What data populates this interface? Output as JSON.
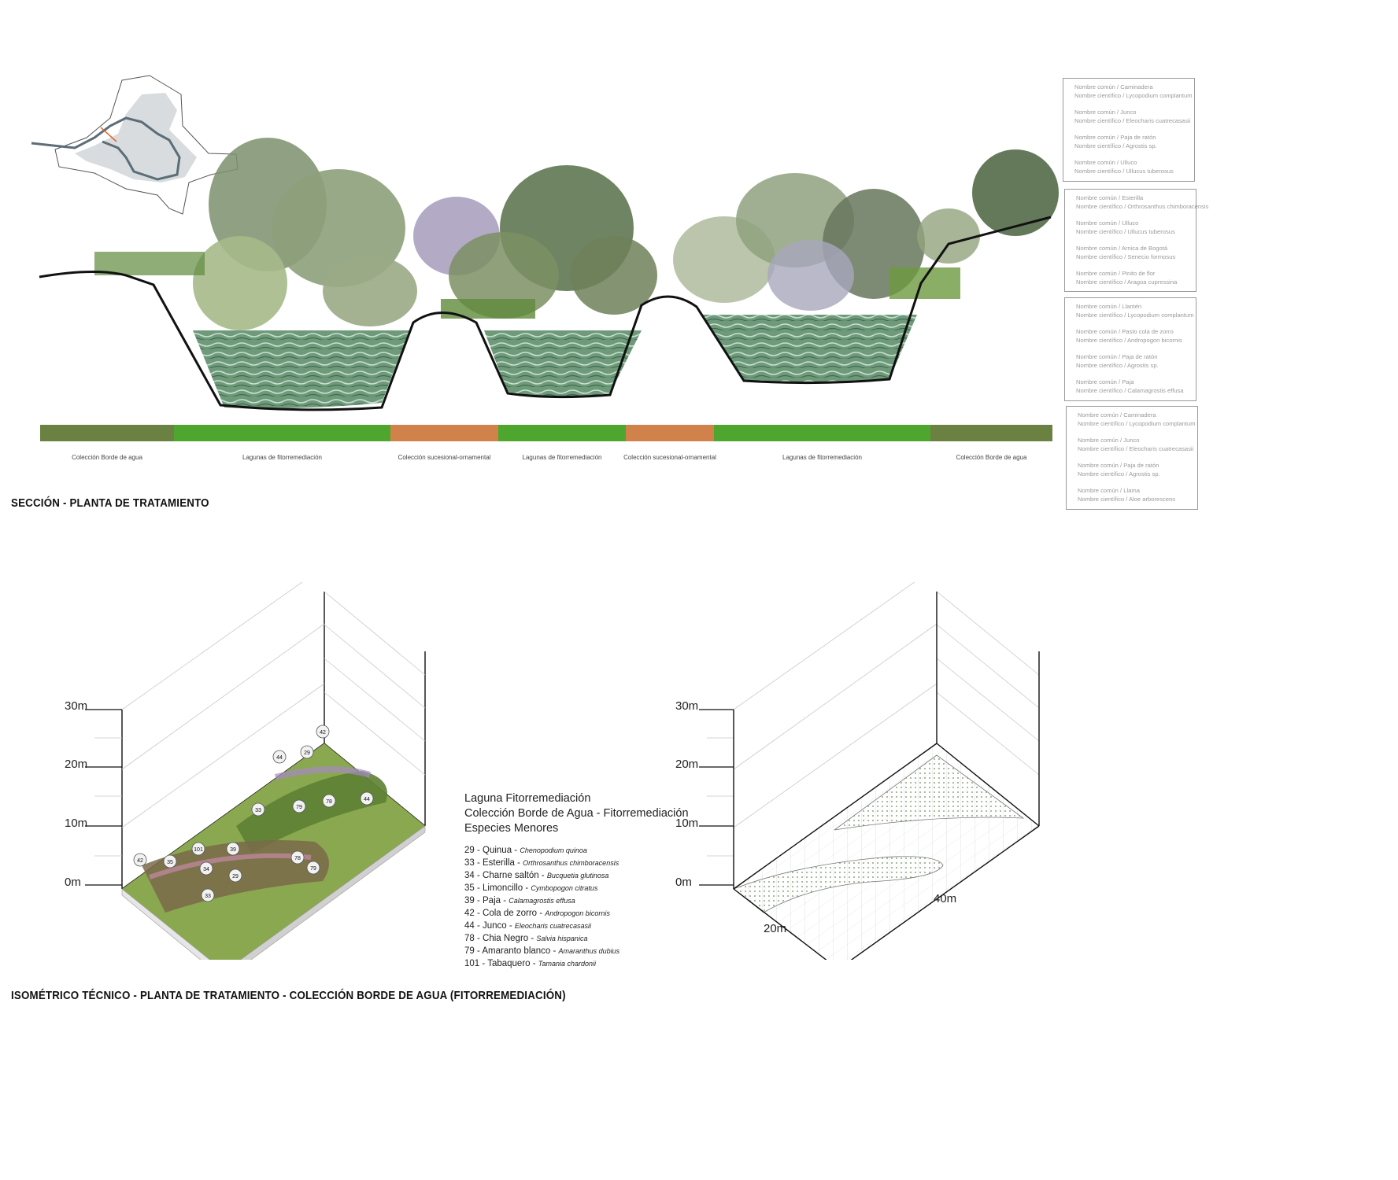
{
  "section": {
    "title": "SECCIÓN - PLANTA DE TRATAMIENTO",
    "zones": [
      {
        "label": "Colección Borde de agua",
        "color": "#6b8142"
      },
      {
        "label": "Lagunas de fitorremediación",
        "color": "#4ea62e"
      },
      {
        "label": "Colección sucesional-ornamental",
        "color": "#d1824a"
      },
      {
        "label": "Lagunas de fitorremediación",
        "color": "#4ea62e"
      },
      {
        "label": "Colección sucesional-ornamental",
        "color": "#d1824a"
      },
      {
        "label": "Lagunas de fitorremediación",
        "color": "#4ea62e"
      },
      {
        "label": "Colección Borde de agua",
        "color": "#6b8142"
      }
    ]
  },
  "legend_boxes": [
    [
      {
        "comun": "Nombre común / Caminadera",
        "cientifico": "Nombre científico / Lycopodium complantum"
      },
      {
        "comun": "Nombre común / Junco",
        "cientifico": "Nombre científico / Eleocharis cuatrecasasii"
      },
      {
        "comun": "Nombre común / Paja de ratón",
        "cientifico": "Nombre científico / Agrostis sp."
      },
      {
        "comun": "Nombre común / Ulluco",
        "cientifico": "Nombre científico / Ullucus tuberosus"
      }
    ],
    [
      {
        "comun": "Nombre común / Esterilla",
        "cientifico": "Nombre científico / Orthrosanthus chimboracensis"
      },
      {
        "comun": "Nombre común / Ulluco",
        "cientifico": "Nombre científico / Ullucus tuberosus"
      },
      {
        "comun": "Nombre común / Arnica de Bogotá",
        "cientifico": "Nombre científico / Senecio formosus"
      },
      {
        "comun": "Nombre común / Pinito de flor",
        "cientifico": "Nombre científico / Aragoa cupressina"
      }
    ],
    [
      {
        "comun": "Nombre común / Llantén",
        "cientifico": "Nombre científico / Lycopodium complantum"
      },
      {
        "comun": "Nombre común / Pasto cola de zorro",
        "cientifico": "Nombre científico / Andropogon bicornis"
      },
      {
        "comun": "Nombre común / Paja de ratón",
        "cientifico": "Nombre científico / Agrostis sp."
      },
      {
        "comun": "Nombre común / Paja",
        "cientifico": "Nombre científico / Calamagrostis effusa"
      }
    ],
    [
      {
        "comun": "Nombre común / Caminadera",
        "cientifico": "Nombre científico / Lycopodium complantum"
      },
      {
        "comun": "Nombre común / Junco",
        "cientifico": "Nombre científico / Eleocharis cuatrecasasii"
      },
      {
        "comun": "Nombre común / Paja de ratón",
        "cientifico": "Nombre científico / Agrostis sp."
      },
      {
        "comun": "Nombre común / Llama",
        "cientifico": "Nombre científico / Aloe arborescens"
      }
    ]
  ],
  "isometric": {
    "title": "ISOMÉTRICO TÉCNICO - PLANTA DE TRATAMIENTO  - COLECCIÓN BORDE DE AGUA (FITORREMEDIACIÓN)",
    "height_labels": [
      "30m",
      "20m",
      "10m",
      "0m"
    ],
    "width_label": "20m",
    "length_label": "40m",
    "header": [
      "Laguna Fitorremediación",
      "Colección Borde de Agua - Fitorremediación",
      "Especies Menores"
    ],
    "species": [
      {
        "code": "29",
        "name": "Quinua",
        "sci": "Chenopodium quinoa"
      },
      {
        "code": "33",
        "name": "Esterilla",
        "sci": "Orthrosanthus chimboracensis"
      },
      {
        "code": "34",
        "name": "Charne saltón",
        "sci": "Bucquetia glutinosa"
      },
      {
        "code": "35",
        "name": "Limoncillo",
        "sci": "Cymbopogon citratus"
      },
      {
        "code": "39",
        "name": "Paja",
        "sci": "Calamagrostis effusa"
      },
      {
        "code": "42",
        "name": "Cola de zorro",
        "sci": "Andropogon bicornis"
      },
      {
        "code": "44",
        "name": "Junco",
        "sci": "Eleocharis cuatrecasasii"
      },
      {
        "code": "78",
        "name": "Chia Negro",
        "sci": "Salvia hispanica"
      },
      {
        "code": "79",
        "name": "Amaranto blanco",
        "sci": "Amaranthus dubius"
      },
      {
        "code": "101",
        "name": "Tabaquero",
        "sci": "Tamania chardonii"
      }
    ],
    "markers": [
      "42",
      "44",
      "29",
      "78",
      "44",
      "33",
      "79",
      "101",
      "39",
      "42",
      "35",
      "34",
      "29",
      "78",
      "79",
      "33"
    ]
  }
}
